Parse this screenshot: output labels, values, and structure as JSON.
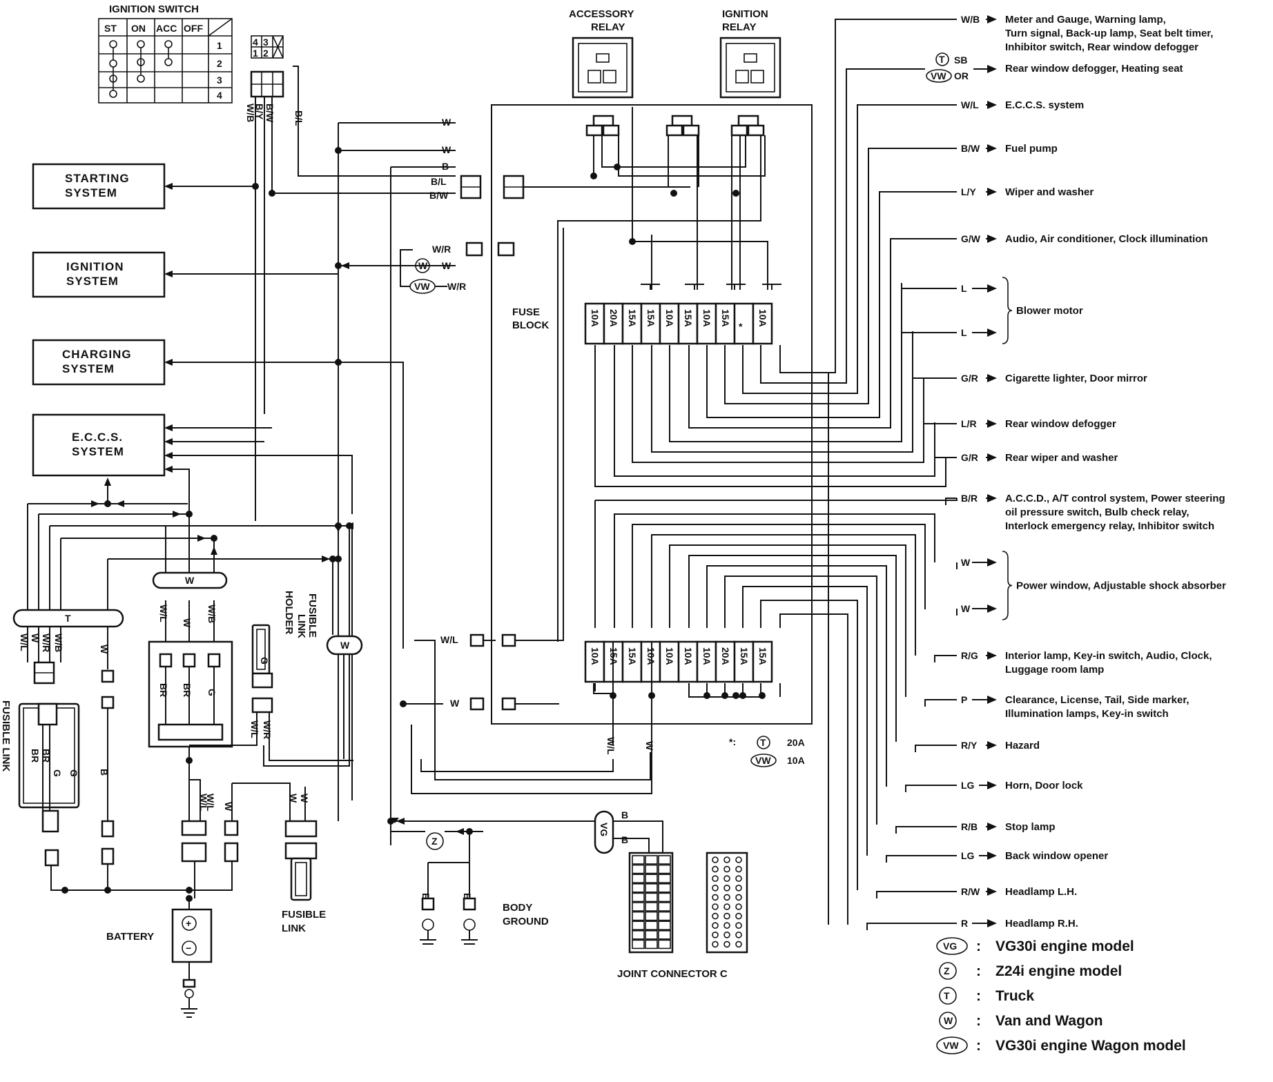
{
  "ignition_switch": {
    "title": "IGNITION SWITCH",
    "columns": [
      "ST",
      "ON",
      "ACC",
      "OFF"
    ],
    "rows": [
      "1",
      "2",
      "3",
      "4"
    ],
    "connector_pins": [
      "4",
      "3",
      "1",
      "2"
    ],
    "wire_codes": [
      "W/B",
      "B/Y",
      "B/W",
      "B/L"
    ]
  },
  "systems": [
    {
      "id": "starting",
      "line1": "STARTING",
      "line2": "SYSTEM"
    },
    {
      "id": "ignition",
      "line1": "IGNITION",
      "line2": "SYSTEM"
    },
    {
      "id": "charging",
      "line1": "CHARGING",
      "line2": "SYSTEM"
    },
    {
      "id": "eccs",
      "line1": "E.C.C.S.",
      "line2": "SYSTEM"
    }
  ],
  "relays": {
    "accessory": {
      "line1": "ACCESSORY",
      "line2": "RELAY"
    },
    "ignition": {
      "line1": "IGNITION",
      "line2": "RELAY"
    }
  },
  "fuse_block": {
    "label_line1": "FUSE",
    "label_line2": "BLOCK",
    "upper_row": [
      "10A",
      "20A",
      "15A",
      "15A",
      "10A",
      "15A",
      "10A",
      "15A",
      "*",
      "10A"
    ],
    "lower_row": [
      "10A",
      "15A",
      "15A",
      "10A",
      "10A",
      "10A",
      "10A",
      "20A",
      "15A",
      "15A"
    ]
  },
  "mid_wires": {
    "w_top1": "W",
    "w_top2": "W",
    "b": "B",
    "bl": "B/L",
    "bw": "B/W",
    "wr": "W/R",
    "w_circle": "W",
    "vw_circle": "VW",
    "w_code": "W",
    "wr_code": "W/R",
    "wl": "W/L",
    "w_lower": "W",
    "wl_bottom": "W/L",
    "w_bottom": "W"
  },
  "loads": [
    {
      "code": "W/B",
      "text": [
        "Meter and Gauge, Warning lamp,",
        "Turn signal, Back-up lamp, Seat belt timer,",
        "Inhibitor switch, Rear window defogger"
      ]
    },
    {
      "code": "SB",
      "code2": "OR",
      "mark1": "T",
      "mark2": "VW",
      "text": [
        "Rear window defogger, Heating seat"
      ]
    },
    {
      "code": "W/L",
      "text": [
        "E.C.C.S. system"
      ]
    },
    {
      "code": "B/W",
      "text": [
        "Fuel pump"
      ]
    },
    {
      "code": "L/Y",
      "text": [
        "Wiper and washer"
      ]
    },
    {
      "code": "G/W",
      "text": [
        "Audio, Air conditioner, Clock illumination"
      ]
    },
    {
      "code": "L",
      "code2": "L",
      "text": [
        "Blower motor"
      ]
    },
    {
      "code": "G/R",
      "text": [
        "Cigarette lighter, Door mirror"
      ]
    },
    {
      "code": "L/R",
      "text": [
        "Rear window defogger"
      ]
    },
    {
      "code": "G/R",
      "text": [
        "Rear wiper and washer"
      ]
    },
    {
      "code": "B/R",
      "text": [
        "A.C.C.D., A/T control system, Power steering",
        "oil pressure switch, Bulb check relay,",
        "Interlock emergency relay, Inhibitor switch"
      ]
    },
    {
      "code": "W",
      "code2": "W",
      "text": [
        "Power window, Adjustable shock absorber"
      ]
    },
    {
      "code": "R/G",
      "text": [
        "Interior lamp, Key-in switch, Audio, Clock,",
        "Luggage room lamp"
      ]
    },
    {
      "code": "P",
      "text": [
        "Clearance, License, Tail, Side marker,",
        "Illumination lamps, Key-in switch"
      ]
    },
    {
      "code": "R/Y",
      "text": [
        "Hazard"
      ]
    },
    {
      "code": "LG",
      "text": [
        "Horn, Door lock"
      ]
    },
    {
      "code": "R/B",
      "text": [
        "Stop lamp"
      ]
    },
    {
      "code": "LG",
      "text": [
        "Back window opener"
      ]
    },
    {
      "code": "R/W",
      "text": [
        "Headlamp L.H."
      ]
    },
    {
      "code": "R",
      "text": [
        "Headlamp R.H."
      ]
    }
  ],
  "asterisk_note": {
    "mark": "*:",
    "t_mark": "T",
    "t_value": "20A",
    "vw_mark": "VW",
    "vw_value": "10A"
  },
  "left_lower": {
    "w_joint": "W",
    "t_joint": "T",
    "w_holder": "W",
    "wires_t": [
      "W/L",
      "W",
      "W/R",
      "W/B",
      "W"
    ],
    "wires_w": [
      "W/L",
      "W",
      "W/B"
    ],
    "br1": "BR",
    "br2": "BR",
    "g": "G",
    "fusible_link_holder": [
      "FUSIBLE",
      "LINK",
      "HOLDER"
    ],
    "fusible_link_left": "FUSIBLE LINK",
    "fl_wires": [
      "W",
      "BR",
      "BR",
      "G",
      "G",
      "B"
    ],
    "holder_wires": [
      "G",
      "W/R",
      "W/L"
    ],
    "battery_wires": [
      "W/L",
      "W/L",
      "W"
    ],
    "fl2_wires": [
      "W",
      "W",
      "B"
    ],
    "fusible_link_bottom": [
      "FUSIBLE",
      "LINK"
    ],
    "battery": "BATTERY",
    "plus": "+",
    "minus": "−"
  },
  "ground": {
    "body_ground": [
      "BODY",
      "GROUND"
    ],
    "b1": "B",
    "b2": "B",
    "z": "Z",
    "vg": "VG",
    "vg_b1": "B",
    "vg_b2": "B",
    "joint_connector": "JOINT CONNECTOR C"
  },
  "legend": [
    {
      "mark": "VG",
      "text": "VG30i engine model"
    },
    {
      "mark": "Z",
      "text": "Z24i engine model"
    },
    {
      "mark": "T",
      "text": "Truck"
    },
    {
      "mark": "W",
      "text": "Van and Wagon"
    },
    {
      "mark": "VW",
      "text": "VG30i engine Wagon model"
    }
  ],
  "legend_separator": ":"
}
